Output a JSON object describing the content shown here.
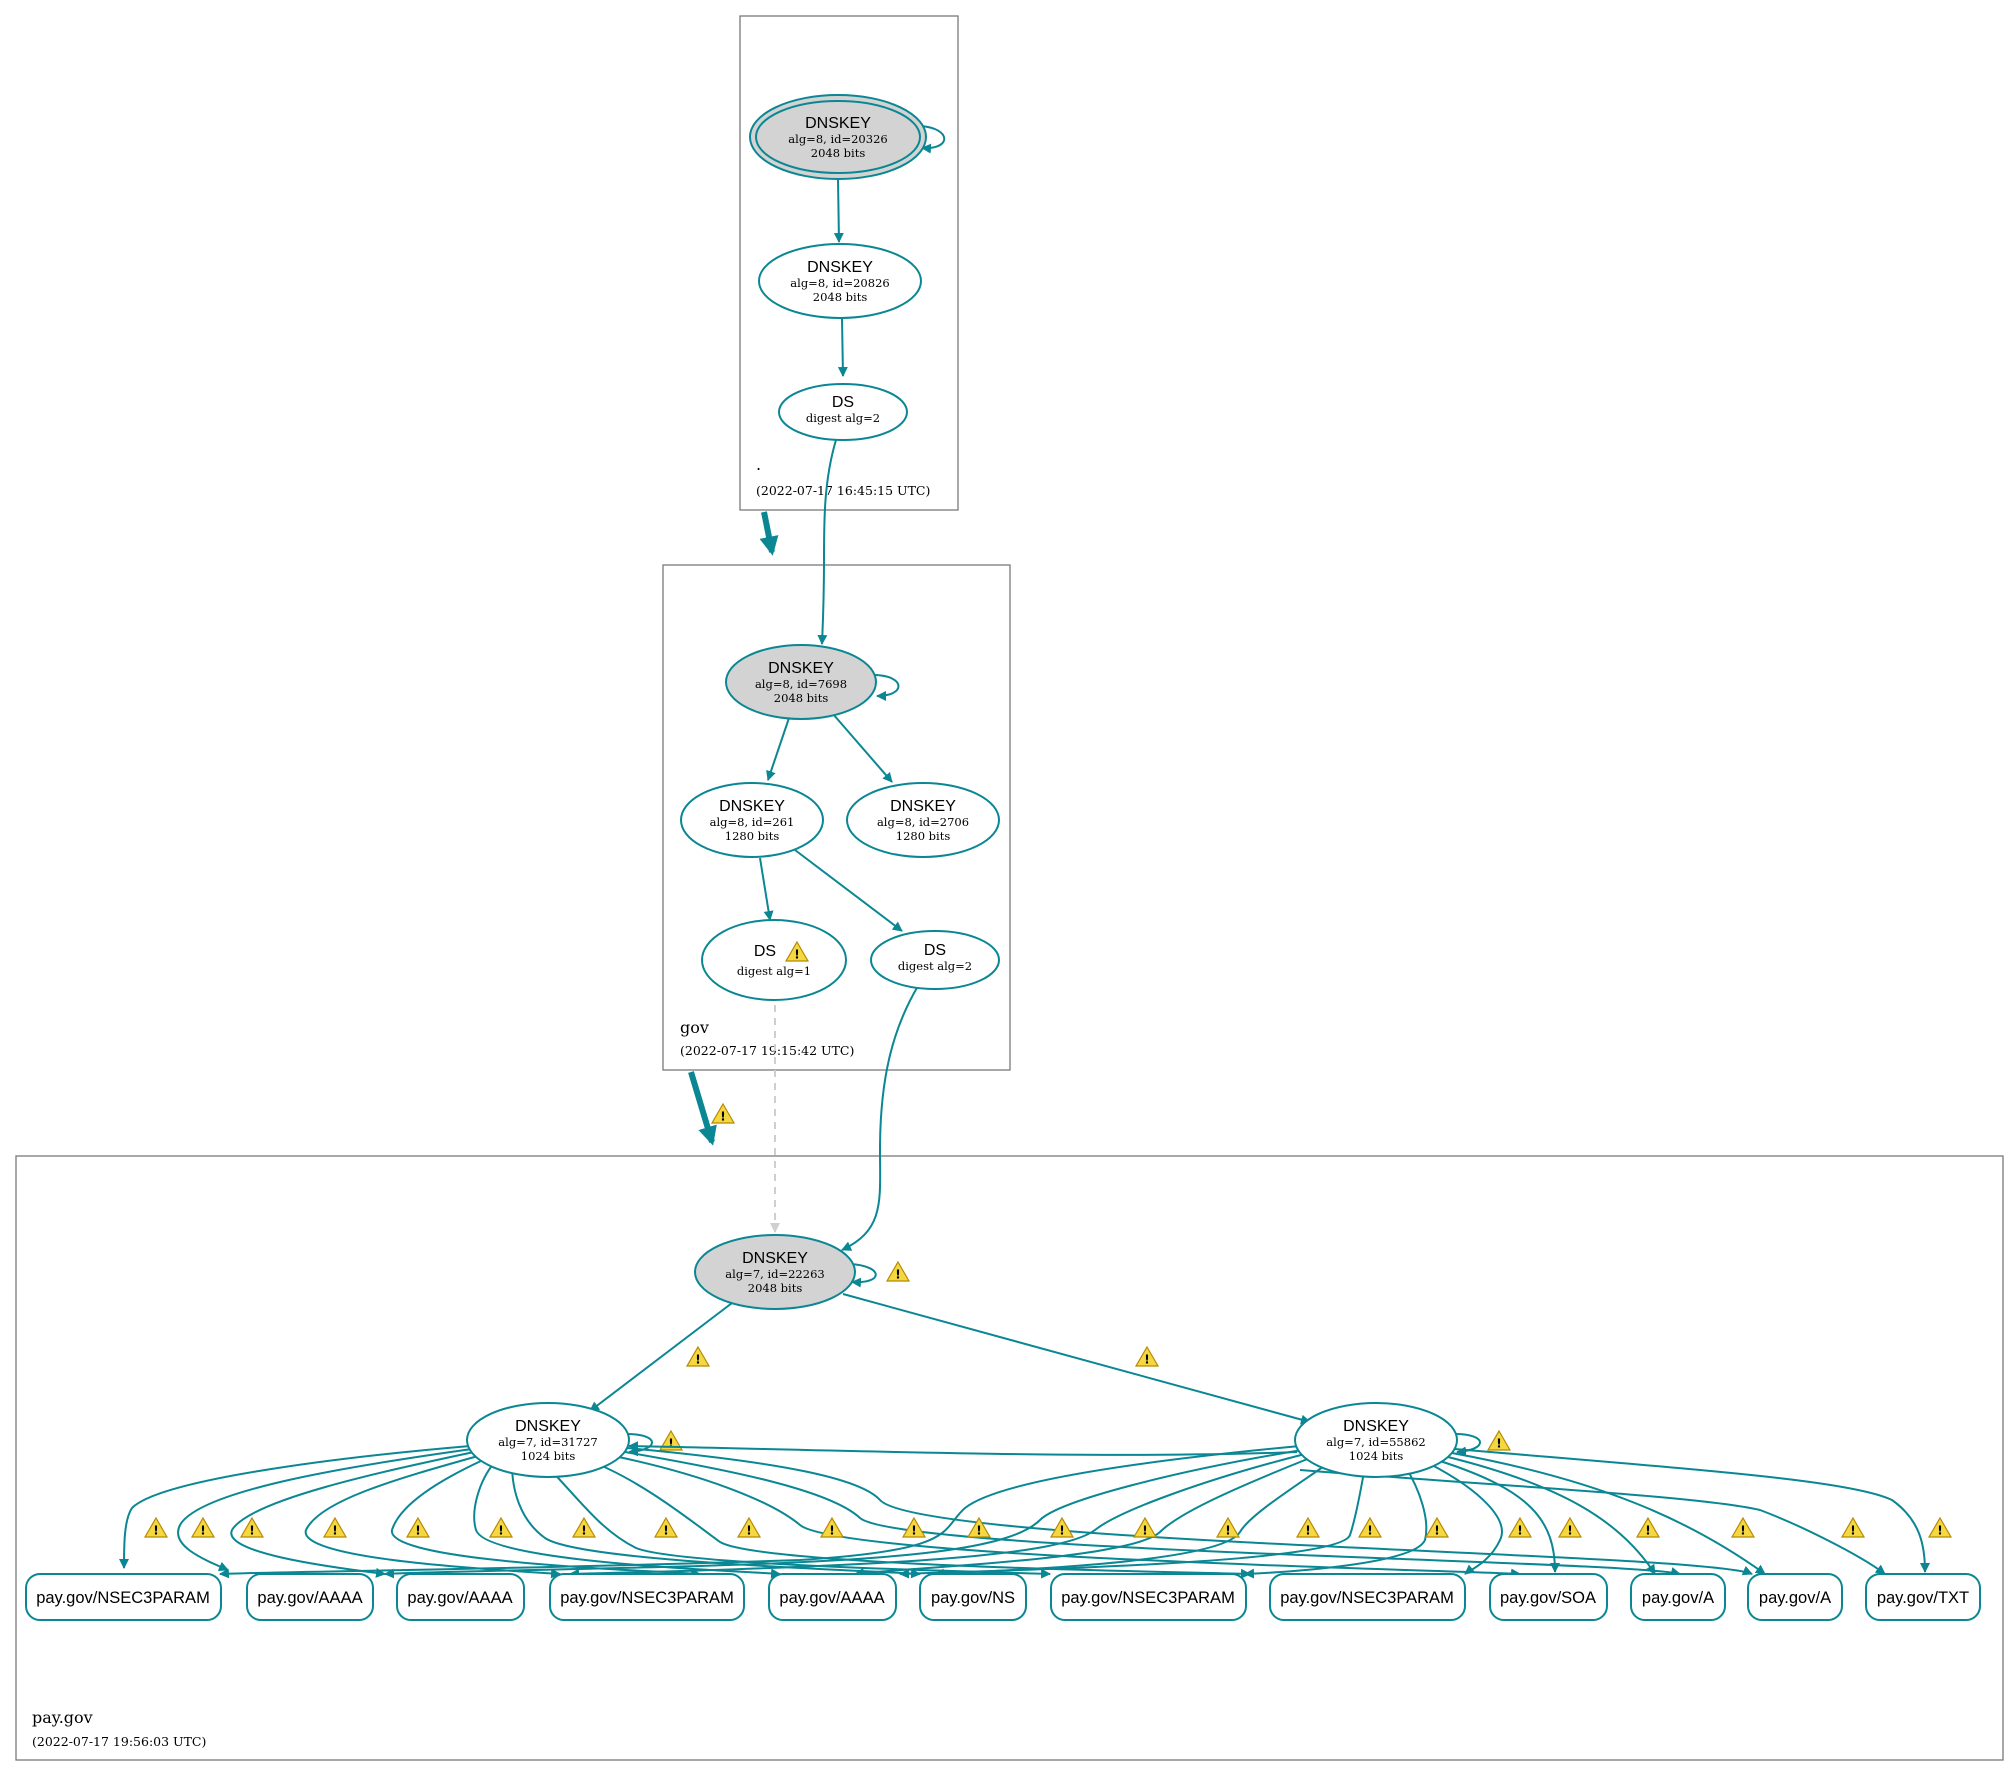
{
  "zones": [
    {
      "name": ".",
      "timestamp": "(2022-07-17 16:45:15 UTC)"
    },
    {
      "name": "gov",
      "timestamp": "(2022-07-17 19:15:42 UTC)"
    },
    {
      "name": "pay.gov",
      "timestamp": "(2022-07-17 19:56:03 UTC)"
    }
  ],
  "nodes": {
    "root_ksk": {
      "title": "DNSKEY",
      "line1": "alg=8, id=20326",
      "line2": "2048 bits"
    },
    "root_zsk": {
      "title": "DNSKEY",
      "line1": "alg=8, id=20826",
      "line2": "2048 bits"
    },
    "root_ds": {
      "title": "DS",
      "line1": "digest alg=2"
    },
    "gov_ksk": {
      "title": "DNSKEY",
      "line1": "alg=8, id=7698",
      "line2": "2048 bits"
    },
    "gov_zsk1": {
      "title": "DNSKEY",
      "line1": "alg=8, id=261",
      "line2": "1280 bits"
    },
    "gov_zsk2": {
      "title": "DNSKEY",
      "line1": "alg=8, id=2706",
      "line2": "1280 bits"
    },
    "gov_ds1": {
      "title": "DS",
      "line1": "digest alg=1"
    },
    "gov_ds2": {
      "title": "DS",
      "line1": "digest alg=2"
    },
    "pay_ksk": {
      "title": "DNSKEY",
      "line1": "alg=7, id=22263",
      "line2": "2048 bits"
    },
    "pay_zsk1": {
      "title": "DNSKEY",
      "line1": "alg=7, id=31727",
      "line2": "1024 bits"
    },
    "pay_zsk2": {
      "title": "DNSKEY",
      "line1": "alg=7, id=55862",
      "line2": "1024 bits"
    }
  },
  "rrsets": [
    "pay.gov/NSEC3PARAM",
    "pay.gov/AAAA",
    "pay.gov/AAAA",
    "pay.gov/NSEC3PARAM",
    "pay.gov/AAAA",
    "pay.gov/NS",
    "pay.gov/NSEC3PARAM",
    "pay.gov/NSEC3PARAM",
    "pay.gov/SOA",
    "pay.gov/A",
    "pay.gov/A",
    "pay.gov/TXT"
  ],
  "colors": {
    "edge": "#0a8793",
    "ksk_fill": "#d3d3d3",
    "warning": "#f5d742",
    "insecure_edge": "#cfcfcf"
  },
  "icons": {
    "warning": "warning-icon"
  }
}
